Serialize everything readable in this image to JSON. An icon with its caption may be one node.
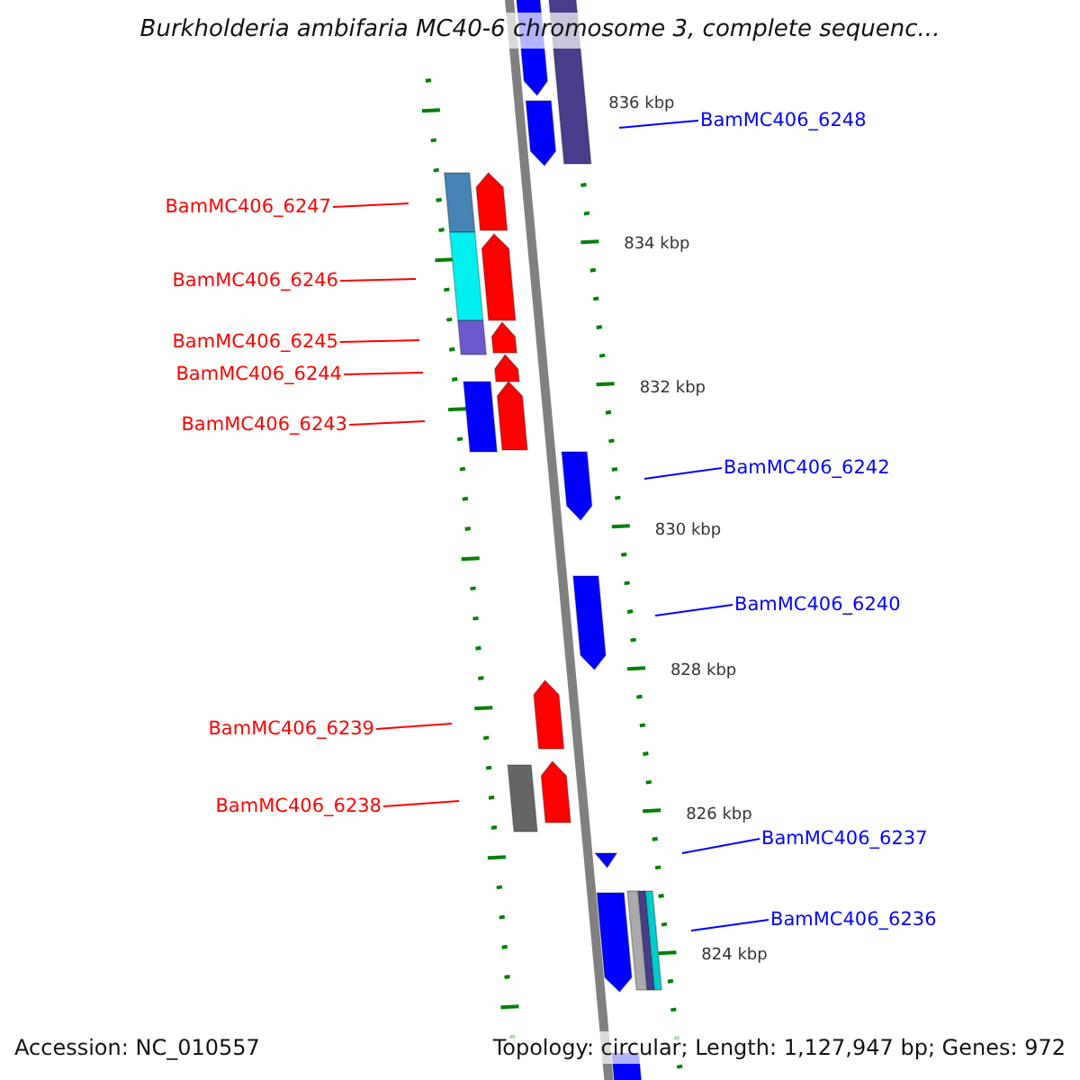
{
  "diagram": {
    "title": "Burkholderia ambifaria MC40-6 chromosome 3, complete sequenc...",
    "nodes": [
      {
        "text": [
          "BamMC406_6248"
        ]
      },
      {
        "text": [
          "BamMC406_6247"
        ]
      },
      {
        "text": [
          "BamMC406_6246"
        ]
      },
      {
        "text": [
          "BamMC406_6245"
        ]
      },
      {
        "text": [
          "BamMC406_6244"
        ]
      },
      {
        "text": [
          "BamMC406_6243"
        ]
      },
      {
        "text": [
          "BamMC406_6242"
        ]
      },
      {
        "text": [
          "BamMC406_6240"
        ]
      },
      {
        "text": [
          "BamMC406_6239"
        ]
      },
      {
        "text": [
          "BamMC406_6238"
        ]
      },
      {
        "text": [
          "BamMC406_6237"
        ]
      },
      {
        "text": [
          "BamMC406_6236"
        ]
      }
    ],
    "edges": [
      {
        "from": 0,
        "to": null,
        "arrow": "none",
        "color": "#0000ff"
      },
      {
        "from": 1,
        "to": null,
        "arrow": "none"
      },
      {
        "from": 2,
        "to": null,
        "arrow": "none"
      },
      {
        "from": 3,
        "to": null,
        "arrow": "none"
      },
      {
        "from": 4,
        "to": null,
        "arrow": "none"
      },
      {
        "from": 5,
        "to": null,
        "arrow": "none"
      },
      {
        "from": 6,
        "to": null,
        "arrow": "none",
        "color": "#0000ff"
      },
      {
        "from": 7,
        "to": null,
        "arrow": "none",
        "color": "#0000ff"
      },
      {
        "from": 8,
        "to": null,
        "arrow": "none"
      },
      {
        "from": 9,
        "to": null,
        "arrow": "none"
      },
      {
        "from": 10,
        "to": null,
        "arrow": "none",
        "color": "#0000ff"
      },
      {
        "from": 11,
        "to": null,
        "arrow": "none",
        "color": "#0000ff"
      }
    ],
    "labels": [
      "836 kbp",
      "834 kbp",
      "832 kbp",
      "830 kbp",
      "828 kbp",
      "826 kbp",
      "824 kbp",
      "Accession: NC_010557",
      "Topology: circular; Length: 1,127,947 bp; Genes: 972"
    ]
  }
}
